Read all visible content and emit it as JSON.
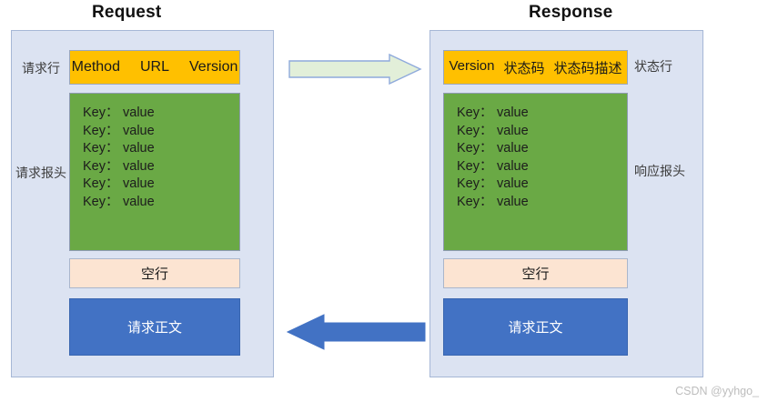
{
  "titles": {
    "request": "Request",
    "response": "Response"
  },
  "request": {
    "start_line": {
      "parts": [
        "Method",
        "URL",
        "Version"
      ],
      "annotation": "请求行",
      "color": "#ffc000"
    },
    "headers": {
      "annotation": "请求报头",
      "color": "#6aa945",
      "rows": [
        {
          "key": "Key：",
          "value": "value"
        },
        {
          "key": "Key：",
          "value": "value"
        },
        {
          "key": "Key：",
          "value": "value"
        },
        {
          "key": "Key：",
          "value": "value"
        },
        {
          "key": "Key：",
          "value": "value"
        },
        {
          "key": "Key：",
          "value": "value"
        }
      ]
    },
    "blank_line": {
      "label": "空行",
      "color": "#fce4d2"
    },
    "body": {
      "label": "请求正文",
      "color": "#4272c4"
    }
  },
  "response": {
    "start_line": {
      "parts": [
        "Version",
        "状态码",
        "状态码描述"
      ],
      "annotation": "状态行",
      "color": "#ffc000"
    },
    "headers": {
      "annotation": "响应报头",
      "color": "#6aa945",
      "rows": [
        {
          "key": "Key：",
          "value": "value"
        },
        {
          "key": "Key：",
          "value": "value"
        },
        {
          "key": "Key：",
          "value": "value"
        },
        {
          "key": "Key：",
          "value": "value"
        },
        {
          "key": "Key：",
          "value": "value"
        },
        {
          "key": "Key：",
          "value": "value"
        }
      ]
    },
    "blank_line": {
      "label": "空行",
      "color": "#fce4d2"
    },
    "body": {
      "label": "请求正文",
      "color": "#4272c4"
    }
  },
  "arrows": {
    "request_arrow": {
      "direction": "right",
      "fill": "#e2efd9",
      "stroke": "#8faadc"
    },
    "response_arrow": {
      "direction": "left",
      "fill": "#4272c4",
      "stroke": "#4272c4"
    }
  },
  "panel_color": "#dce3f2",
  "watermark": "CSDN @yyhgo_"
}
